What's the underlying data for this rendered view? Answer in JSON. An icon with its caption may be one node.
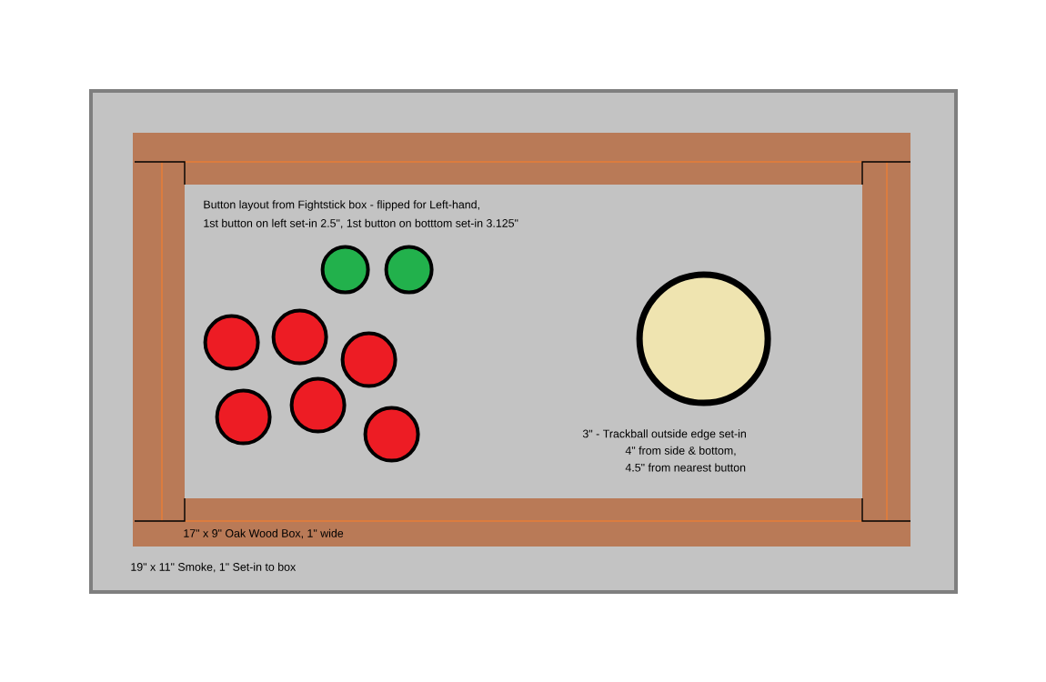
{
  "diagram": {
    "nodes": [
      {
        "text": [
          "19\" x 11\" Smoke, 1\" Set-in to box"
        ]
      },
      {
        "text": [
          "17\" x 9\" Oak Wood Box, 1\" wide"
        ],
        "in": 0
      },
      {
        "text": [],
        "shape": "circle",
        "in": 1
      },
      {
        "text": [],
        "shape": "circle",
        "in": 1
      },
      {
        "text": [],
        "shape": "circle",
        "in": 1
      },
      {
        "text": [],
        "shape": "circle",
        "in": 1
      },
      {
        "text": [],
        "shape": "circle",
        "in": 1
      },
      {
        "text": [],
        "shape": "circle",
        "in": 1
      },
      {
        "text": [],
        "shape": "circle",
        "in": 1
      },
      {
        "text": [],
        "shape": "circle",
        "in": 1
      },
      {
        "text": [],
        "shape": "circle",
        "in": 1
      }
    ],
    "edges": [],
    "labels": [
      "Button layout from Fightstick box - flipped for Left-hand,",
      "1st button on left set-in 2.5\", 1st button on botttom set-in 3.125\"",
      "3\" - Trackball outside edge set-in",
      "4\" from side & bottom,",
      "4.5\" from nearest button"
    ]
  }
}
